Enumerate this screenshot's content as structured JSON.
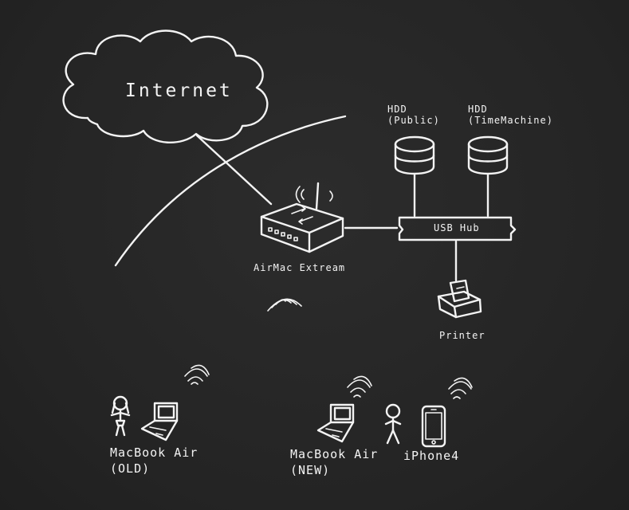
{
  "internet": {
    "label": "Internet"
  },
  "router": {
    "label": "AirMac Extream"
  },
  "usb_hub": {
    "label": "USB Hub"
  },
  "hdd_public": {
    "line1": "HDD",
    "line2": "(Public)"
  },
  "hdd_timemachine": {
    "line1": "HDD",
    "line2": "(TimeMachine)"
  },
  "printer": {
    "label": "Printer"
  },
  "macbook_old": {
    "line1": "MacBook Air",
    "line2": "(OLD)"
  },
  "macbook_new": {
    "line1": "MacBook Air",
    "line2": "(NEW)"
  },
  "iphone": {
    "label": "iPhone4"
  },
  "colors": {
    "background": "#262626",
    "chalk": "#f3f3f3"
  },
  "icons": [
    "cloud-icon",
    "router-icon",
    "hdd-icon",
    "usb-hub-icon",
    "printer-icon",
    "laptop-icon",
    "person-icon",
    "phone-icon",
    "wifi-signal-icon"
  ]
}
